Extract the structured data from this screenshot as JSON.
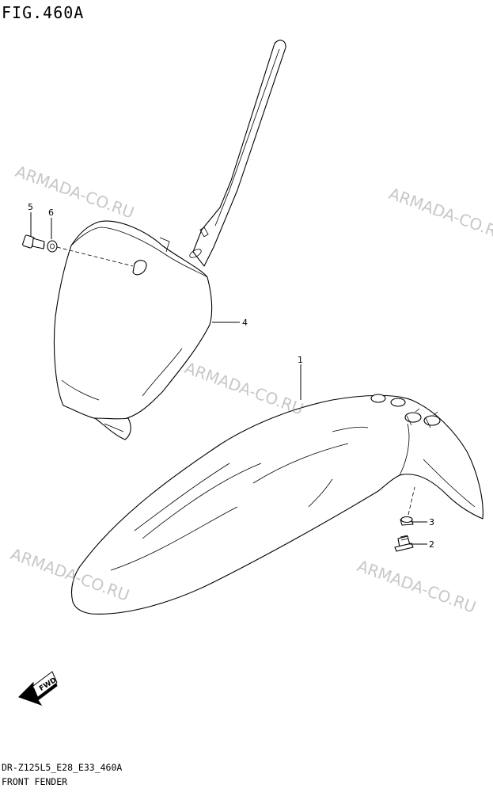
{
  "figure": {
    "title": "FIG.460A",
    "code": "DR-Z125L5_E28_E33_460A",
    "caption": "FRONT FENDER"
  },
  "watermarks": [
    "ARMADA-CO.RU",
    "ARMADA-CO.RU",
    "ARMADA-CO.RU",
    "ARMADA-CO.RU",
    "ARMADA-CO.RU"
  ],
  "callouts": [
    {
      "id": "1",
      "part": "front-fender"
    },
    {
      "id": "2",
      "part": "screw"
    },
    {
      "id": "3",
      "part": "nut"
    },
    {
      "id": "4",
      "part": "number-plate"
    },
    {
      "id": "5",
      "part": "bolt"
    },
    {
      "id": "6",
      "part": "washer"
    }
  ],
  "fwd_arrow_label": "FWD"
}
